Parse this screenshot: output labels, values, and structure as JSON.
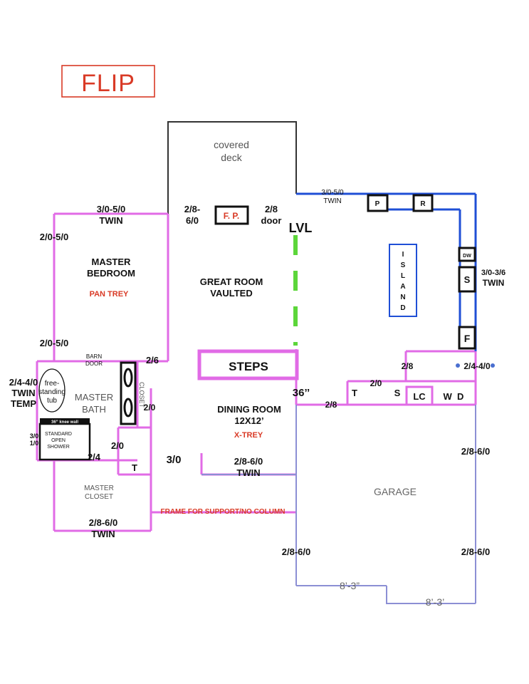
{
  "title": "FLIP",
  "colors": {
    "wall_pink": "#e16be6",
    "wall_black": "#333333",
    "wall_blue": "#1f4fd6",
    "garage_line": "#8c8fd4",
    "lvl_green": "#5cd63a",
    "accent_red": "#d93a26",
    "marker_blue": "#4a6fd0"
  },
  "rooms": {
    "covered_deck": [
      "covered",
      "deck"
    ],
    "master_bedroom": [
      "MASTER",
      "BEDROOM"
    ],
    "pan_trey": "PAN TREY",
    "great_room": [
      "GREAT ROOM",
      "VAULTED"
    ],
    "master_bath": [
      "MASTER",
      "BATH"
    ],
    "dining_room": [
      "DINING ROOM",
      "12X12’"
    ],
    "x_trey": "X-TREY",
    "master_closet": [
      "MASTER",
      "CLOSET"
    ],
    "garage": "GARAGE"
  },
  "labels": {
    "fireplace": "F. P.",
    "lvl": "LVL",
    "steps": "STEPS",
    "dim_36": "36’’",
    "closet_vertical": "CLOSET",
    "tub": [
      "free-",
      "standing",
      "tub"
    ],
    "knee_wall": "36” knee wall",
    "shower": [
      "STANDARD",
      "OPEN",
      "SHOWER"
    ],
    "island_letters": [
      "I",
      "S",
      "L",
      "A",
      "N",
      "D"
    ],
    "frame_support": "FRAME FOR SUPPORT/NO COLUMN",
    "barn_door": [
      "BARN",
      "DOOR"
    ],
    "toilet": "T",
    "sink": "S",
    "lc": "LC",
    "washer_dryer": "W  D",
    "pantry": "P",
    "range": "R",
    "dishwasher": "DW",
    "kitchen_sink": "S",
    "fridge": "F"
  },
  "openings": {
    "deck_window": [
      "3/0-5/0",
      "TWIN"
    ],
    "door_28_60": [
      "2/8-",
      "6/0"
    ],
    "door_28": [
      "2/8",
      "door"
    ],
    "kitchen_window": [
      "3/0-5/0",
      "TWIN"
    ],
    "bed_left_upper": "2/0-5/0",
    "bed_left_lower": "2/0-5/0",
    "barn_26": "2/6",
    "kitchen_right_window": [
      "3/0-3/6",
      "TWIN"
    ],
    "bath_left_window": [
      "2/4-4/0",
      "TWIN",
      "TEMP"
    ],
    "shower_window": [
      "3/0",
      "1/0"
    ],
    "closet_20": "2/0",
    "laundry_20": "2/0",
    "laundry_28": "2/8",
    "laundry_right": "2/4-4/0",
    "garage_entry": "2/8",
    "toilet_20": "2/0",
    "bath_24": "2/4",
    "opening_30": "3/0",
    "dining_window": [
      "2/8-6/0",
      "TWIN"
    ],
    "closet_window": [
      "2/8-6/0",
      "TWIN"
    ],
    "garage_right_upper": "2/8-6/0",
    "garage_left_lower": "2/8-6/0",
    "garage_right_lower": "2/8-6/0",
    "garage_dim_left": "8’-3”",
    "garage_dim_right": "8’-3’"
  }
}
